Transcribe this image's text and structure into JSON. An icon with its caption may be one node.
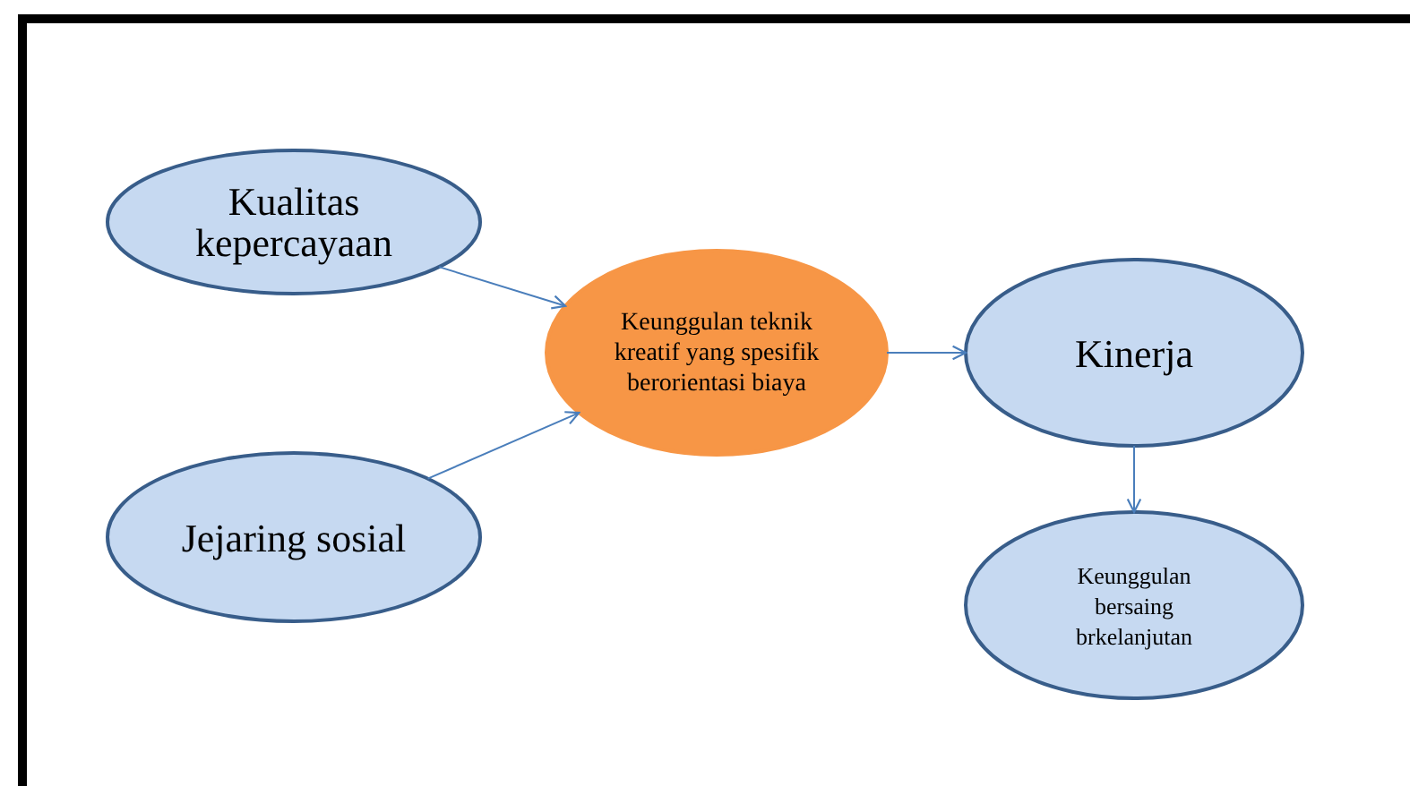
{
  "diagram": {
    "nodes": [
      {
        "text": [
          "Kualitas kepercayaan"
        ]
      },
      {
        "text": [
          "Jejaring sosial"
        ]
      },
      {
        "text": [
          "Keunggulan teknik kreatif yang spesifik berorientasi biaya"
        ]
      },
      {
        "text": [
          "Kinerja"
        ]
      },
      {
        "text": [
          "Keunggulan bersaing brkelanjutan"
        ]
      }
    ],
    "edges": [
      {
        "from": 0,
        "to": 2,
        "arrow": "to"
      },
      {
        "from": 1,
        "to": 2,
        "arrow": "to"
      },
      {
        "from": 2,
        "to": 3,
        "arrow": "to"
      },
      {
        "from": 3,
        "to": 4,
        "arrow": "to"
      }
    ]
  }
}
